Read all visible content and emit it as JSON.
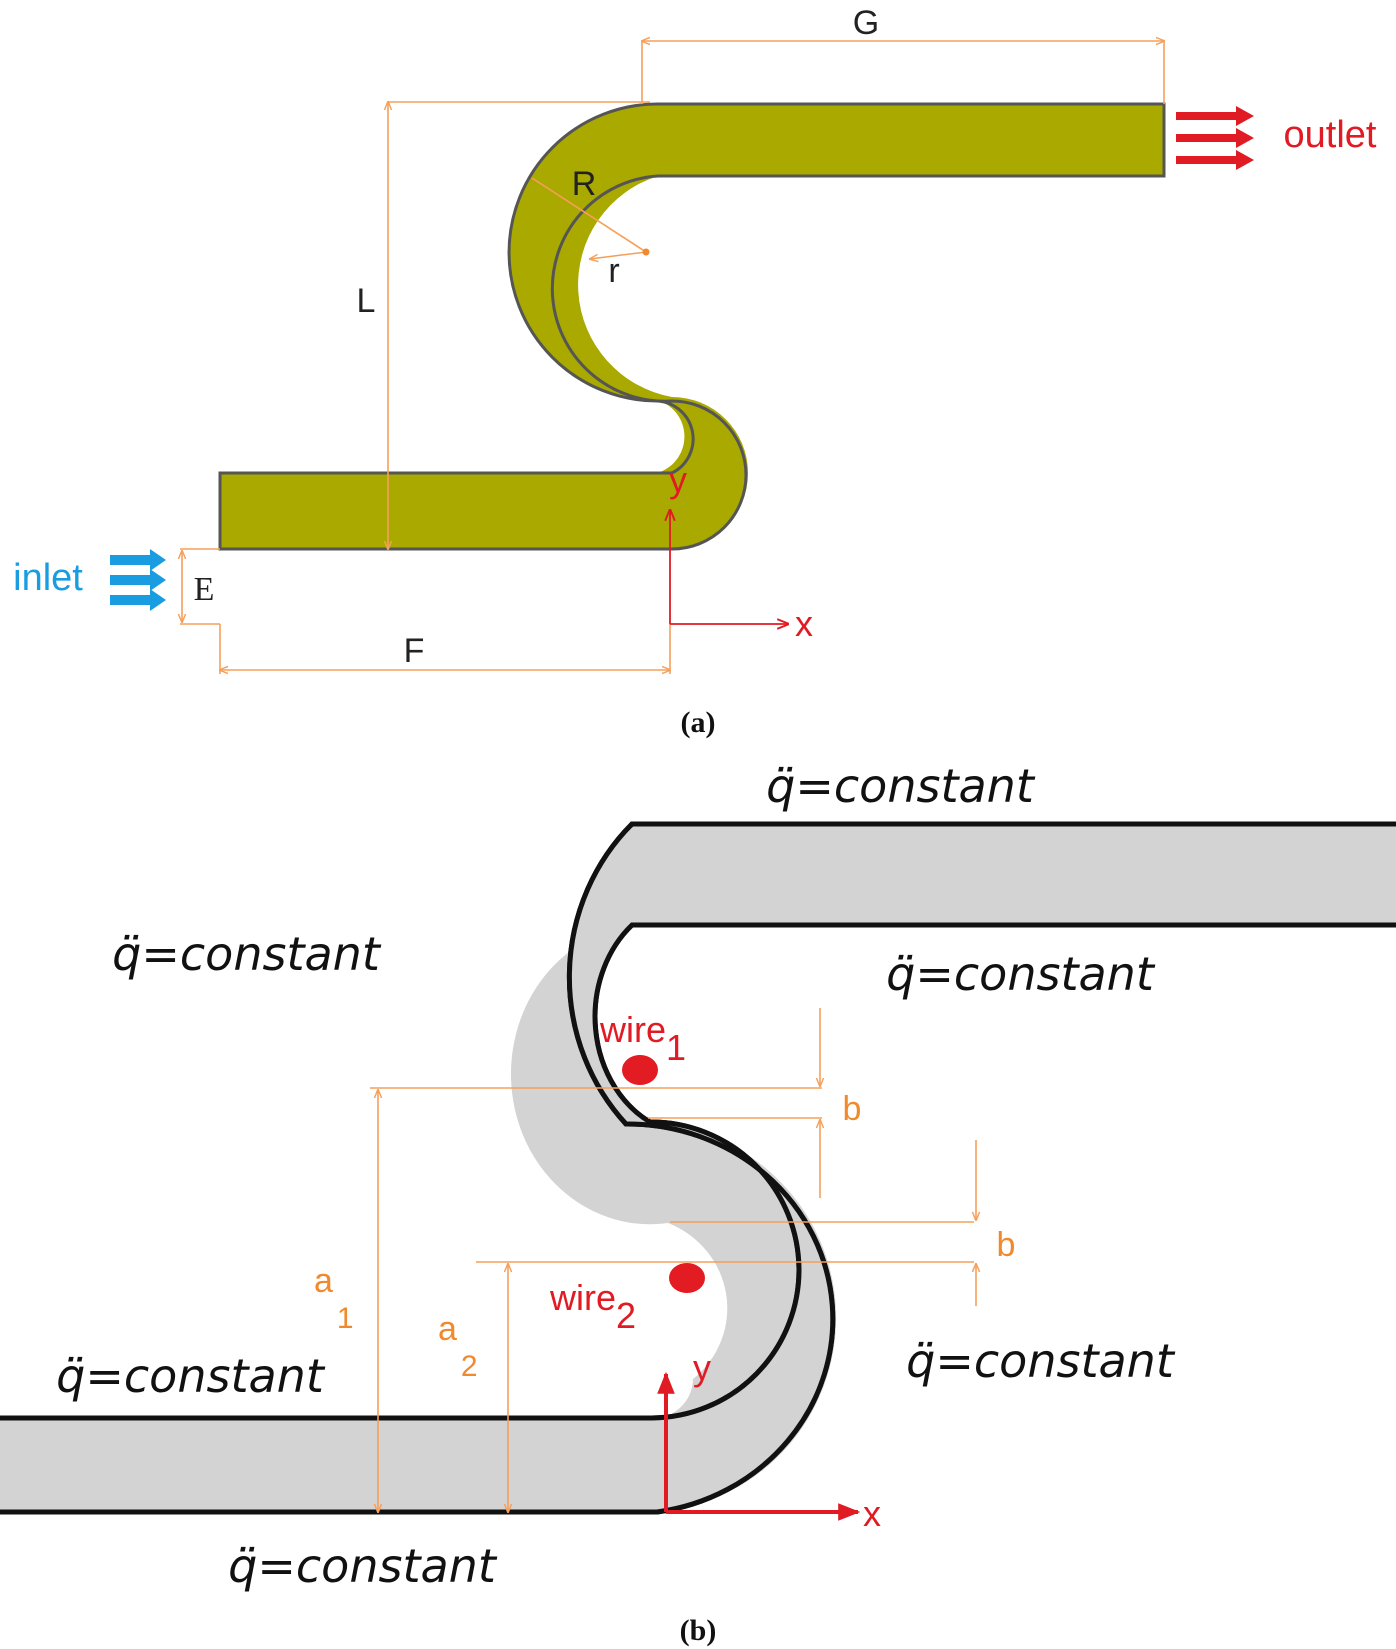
{
  "colors": {
    "channel_a": "#a9a900",
    "channel_b": "#d3d3d3",
    "outline_a": "#555555",
    "outline_b": "#111111",
    "dimension": "#f5a05a",
    "dimension_text": "#f08a2c",
    "axis": "#e01b24",
    "inlet": "#1a9de0",
    "outlet": "#e01b24",
    "wire": "#e31b23"
  },
  "panel_a": {
    "caption": "(a)",
    "dimensions": {
      "G": "G",
      "L": "L",
      "R": "R",
      "r": "r",
      "E": "E",
      "F": "F"
    },
    "inlet_label": "inlet",
    "outlet_label": "outlet",
    "axes": {
      "x": "x",
      "y": "y"
    }
  },
  "panel_b": {
    "caption": "(b)",
    "boundary_label": "q̈=constant",
    "wire1": {
      "base": "wire",
      "sub": "1"
    },
    "wire2": {
      "base": "wire",
      "sub": "2"
    },
    "a1": {
      "base": "a",
      "sub": "1"
    },
    "a2": {
      "base": "a",
      "sub": "2"
    },
    "b_label": "b",
    "axes": {
      "x": "x",
      "y": "y"
    }
  }
}
